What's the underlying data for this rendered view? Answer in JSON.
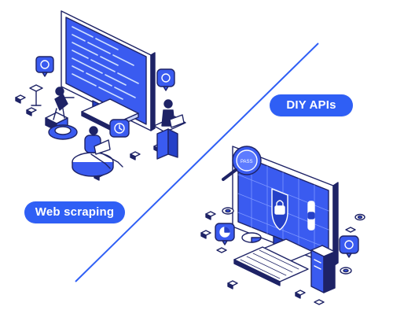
{
  "labels": {
    "web_scraping": "Web scraping",
    "diy_apis": "DIY APIs"
  },
  "icons": {
    "magnifier_text": "PASS"
  },
  "colors": {
    "accent": "#2f5ff5",
    "ink": "#1e2366",
    "screen": "#3a5bf0",
    "screen_dark": "#2540c8",
    "background": "#ffffff"
  },
  "illustrations": {
    "left": "isometric-web-scraping-scene",
    "right": "isometric-diy-api-scene"
  }
}
